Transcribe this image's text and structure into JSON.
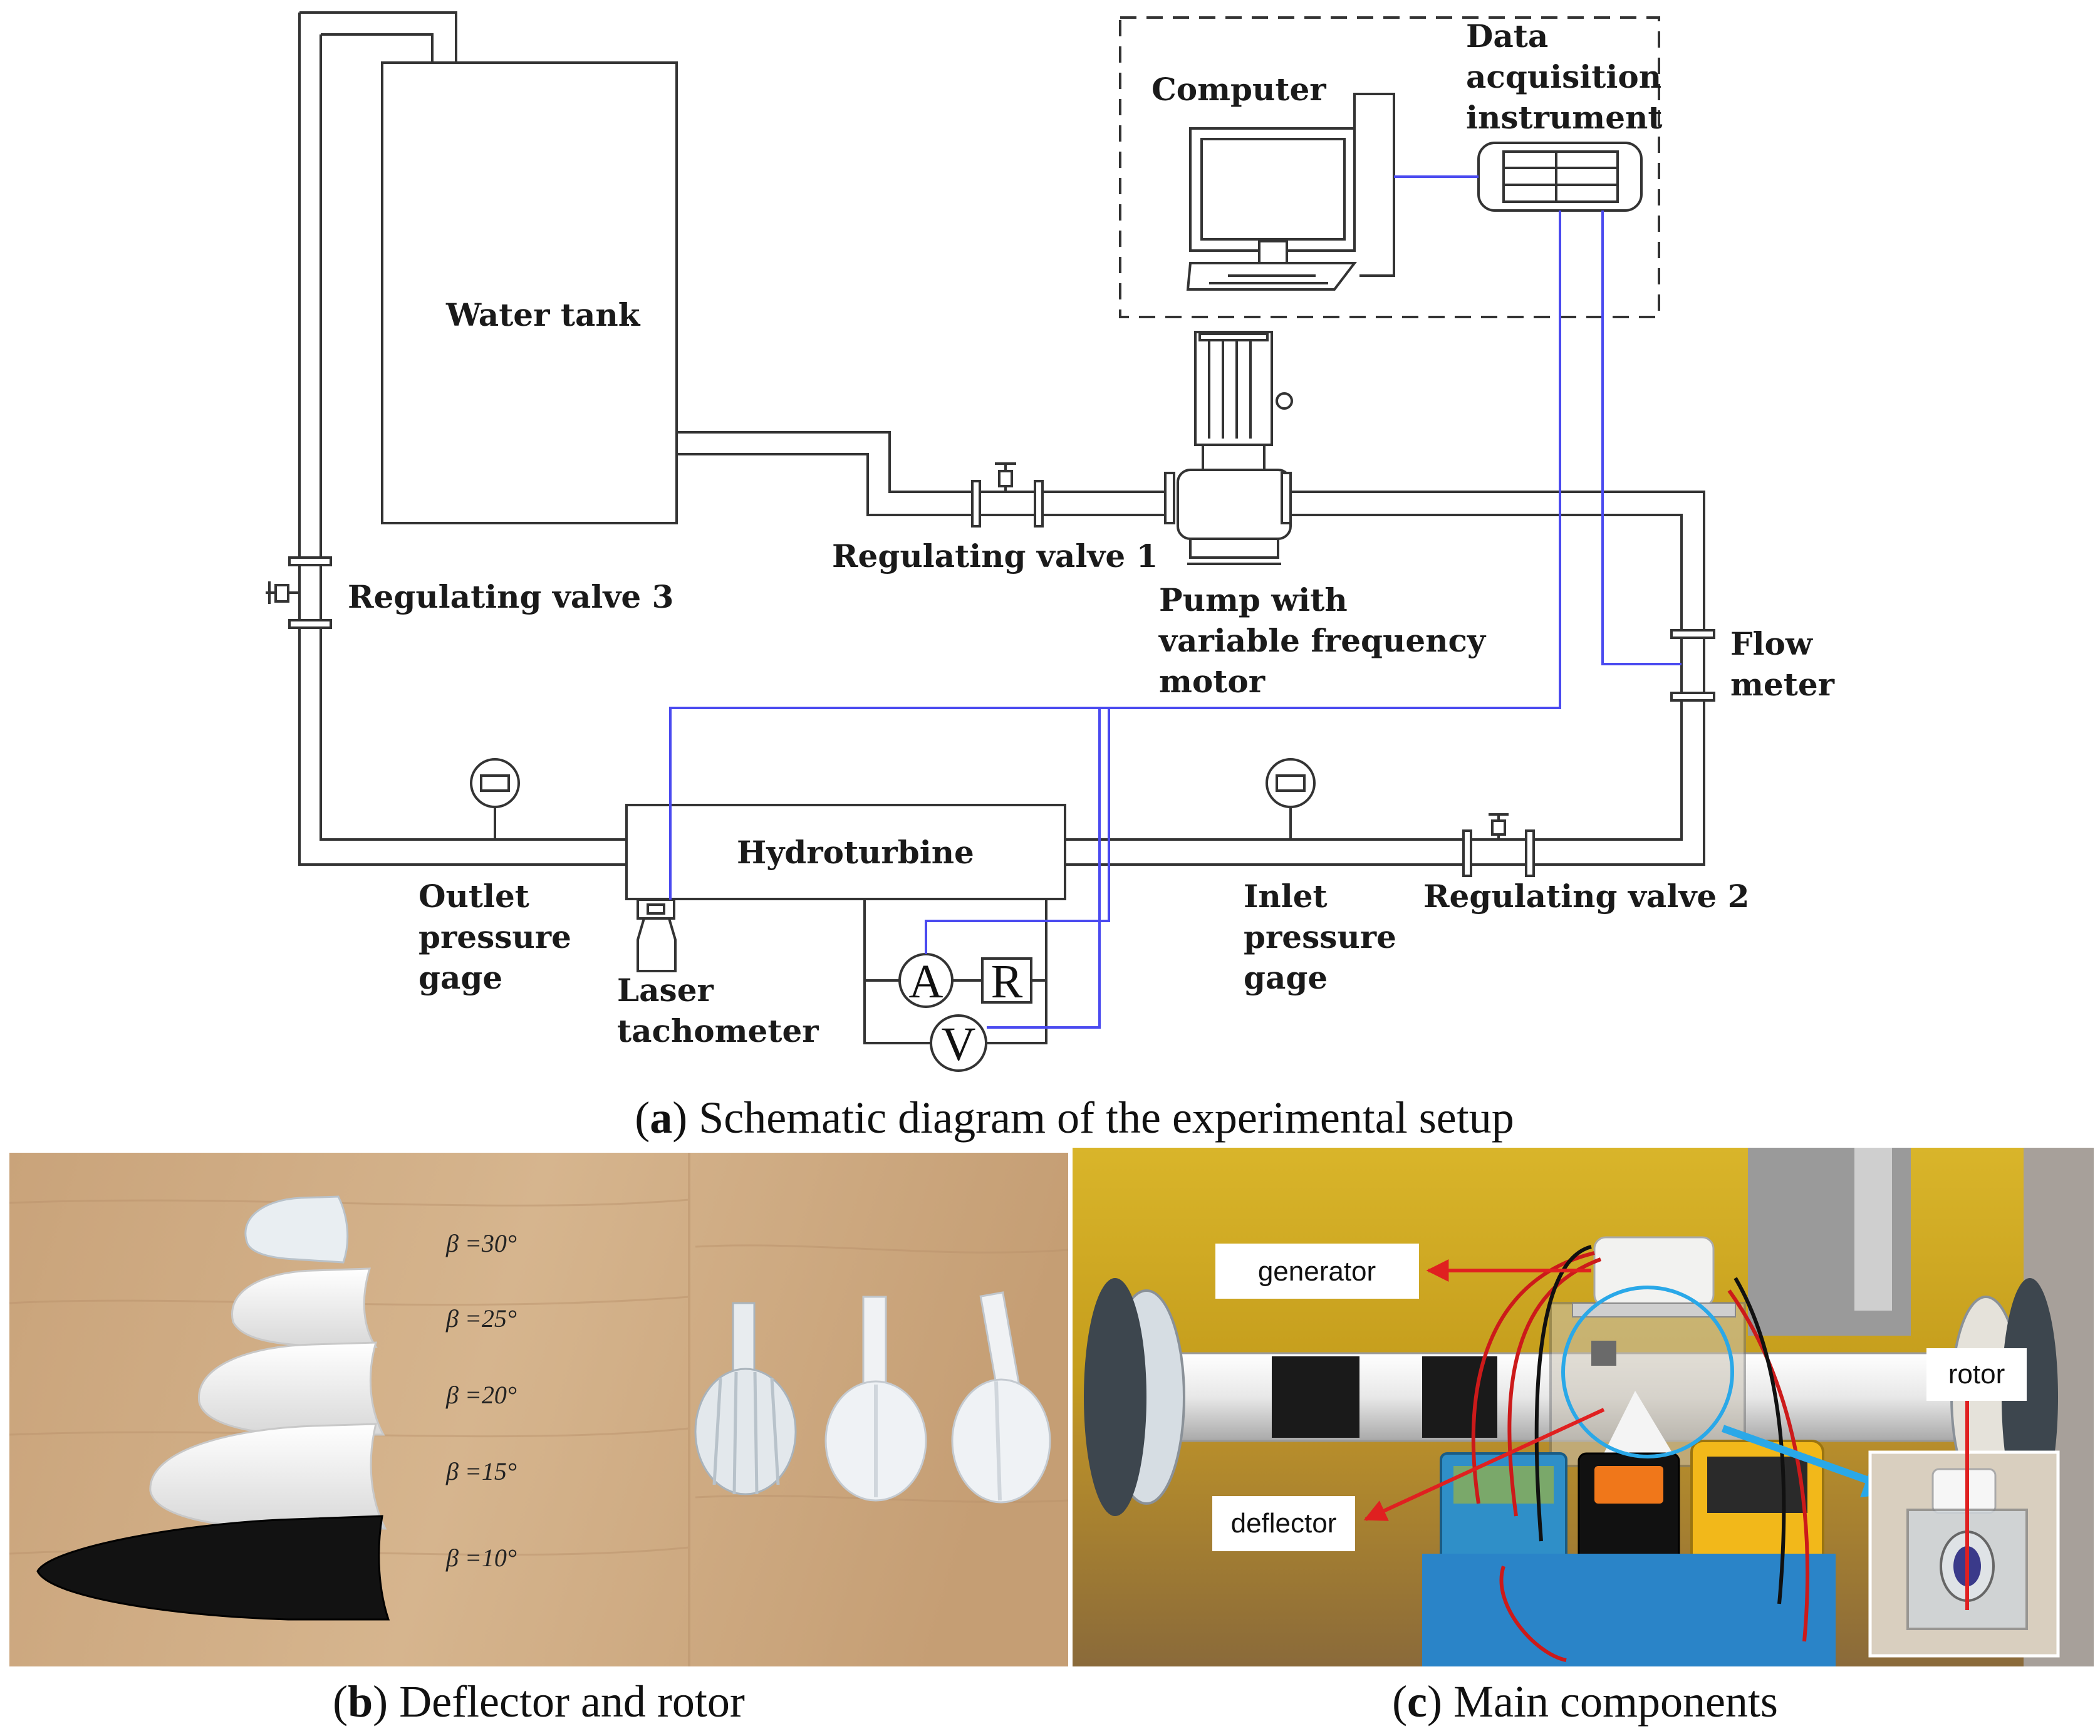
{
  "schematic": {
    "labels": {
      "water_tank": "Water tank",
      "computer": "Computer",
      "daq_line1": "Data",
      "daq_line2": "acquisition",
      "daq_line3": "instrument",
      "valve1": "Regulating valve 1",
      "valve2": "Regulating valve 2",
      "valve3": "Regulating valve 3",
      "pump_line1": "Pump with",
      "pump_line2": "variable frequency",
      "pump_line3": "motor",
      "flow_line1": "Flow",
      "flow_line2": "meter",
      "hydroturbine": "Hydroturbine",
      "outlet_line1": "Outlet",
      "outlet_line2": "pressure",
      "outlet_line3": "gage",
      "inlet_line1": "Inlet",
      "inlet_line2": "pressure",
      "inlet_line3": "gage",
      "laser_line1": "Laser",
      "laser_line2": "tachometer",
      "ammeter": "A",
      "resistor": "R",
      "voltmeter": "V"
    },
    "colors": {
      "signal_wire": "#4a4af0",
      "pipe": "#333333"
    }
  },
  "captions": {
    "a_letter": "a",
    "a_text": " Schematic diagram of the experimental setup",
    "b_letter": "b",
    "b_text": " Deflector and rotor",
    "c_letter": "c",
    "c_text": " Main components"
  },
  "photo_b": {
    "angles": [
      "β =30°",
      "β =25°",
      "β =20°",
      "β =15°",
      "β =10°"
    ]
  },
  "photo_c": {
    "tags": {
      "generator": "generator",
      "rotor": "rotor",
      "deflector": "deflector"
    },
    "colors": {
      "arrow": "#e02020",
      "circle": "#2aa8e8"
    }
  }
}
